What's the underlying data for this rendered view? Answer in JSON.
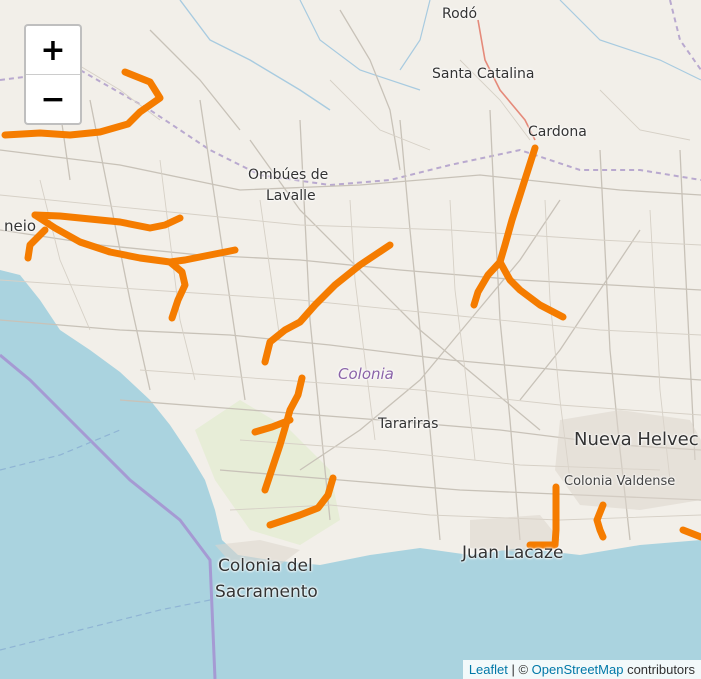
{
  "map": {
    "place_labels": [
      {
        "id": "rodo",
        "text": "Rodó"
      },
      {
        "id": "santa-catalina",
        "text": "Santa Catalina"
      },
      {
        "id": "cardona",
        "text": "Cardona"
      },
      {
        "id": "ombues-1",
        "text": "Ombúes de"
      },
      {
        "id": "ombues-2",
        "text": "Lavalle"
      },
      {
        "id": "fragment-left",
        "text": "neio"
      },
      {
        "id": "colonia-dept",
        "text": "Colonia"
      },
      {
        "id": "tarariras",
        "text": "Tarariras"
      },
      {
        "id": "nueva-helvecia",
        "text": "Nueva Helvec"
      },
      {
        "id": "colonia-valdense",
        "text": "Colonia Valdense"
      },
      {
        "id": "juan-lacaze",
        "text": "Juan Lacaze"
      },
      {
        "id": "colonia-sacramento-1",
        "text": "Colonia del"
      },
      {
        "id": "colonia-sacramento-2",
        "text": "Sacramento"
      }
    ],
    "overlay_color": "#f57c00",
    "water_color": "#aad3df",
    "land_color": "#f2efe9"
  },
  "controls": {
    "zoom_in": "+",
    "zoom_out": "−"
  },
  "attribution": {
    "leaflet": "Leaflet",
    "separator": " | © ",
    "osm": "OpenStreetMap",
    "contributors": " contributors"
  }
}
